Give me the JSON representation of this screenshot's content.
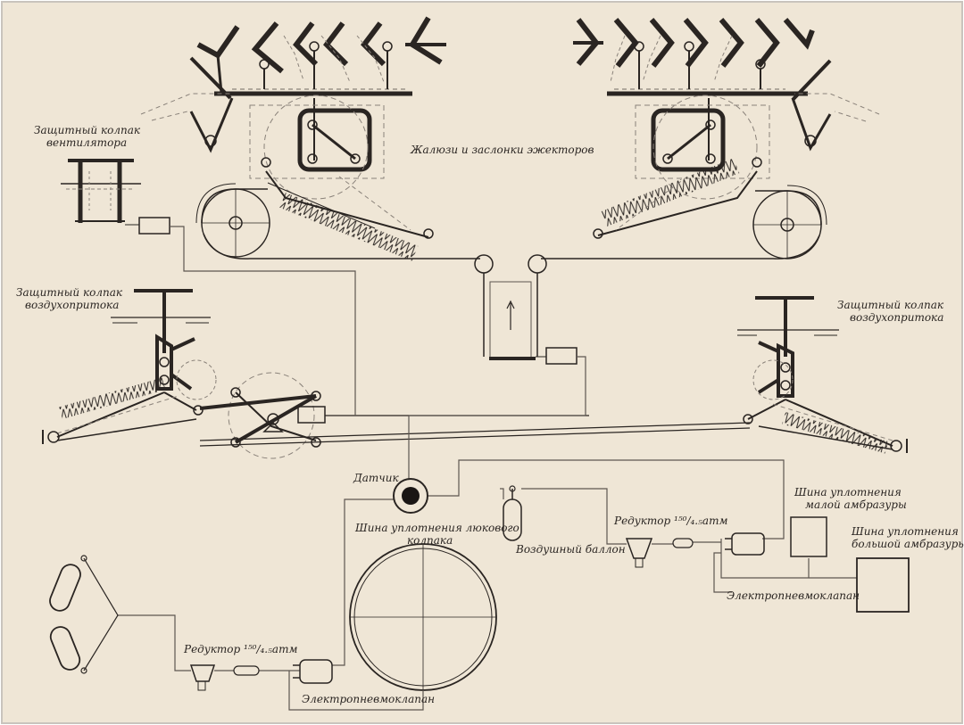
{
  "colors": {
    "paper": "#efe6d6",
    "ink": "#2a2522",
    "line": "#5d5650",
    "dash": "#8a827a",
    "frame": "#c9c4bd"
  },
  "labels": {
    "vent_cap_line1": "Защитный колпак",
    "vent_cap_line2": "вентилятора",
    "louvers": "Жалюзи и заслонки эжекторов",
    "air_cap_left_line1": "Защитный колпак",
    "air_cap_left_line2": "воздухопритока",
    "air_cap_right_line1": "Защитный колпак",
    "air_cap_right_line2": "воздухопритока",
    "sensor": "Датчик",
    "hatch_seal_line1": "Шина уплотнения люкового",
    "hatch_seal_line2": "колпака",
    "air_cylinder": "Воздушный баллон",
    "reducer_right": "Редуктор ¹⁵⁰/₄.₅атм",
    "reducer_left": "Редуктор ¹⁵⁰/₄.₅атм",
    "small_embrasure_line1": "Шина уплотнения",
    "small_embrasure_line2": "малой амбразуры",
    "large_embrasure_line1": "Шина уплотнения",
    "large_embrasure_line2": "большой амбразуры",
    "valve_right": "Электропневмоклапан",
    "valve_bottom": "Электропневмоклапан"
  }
}
